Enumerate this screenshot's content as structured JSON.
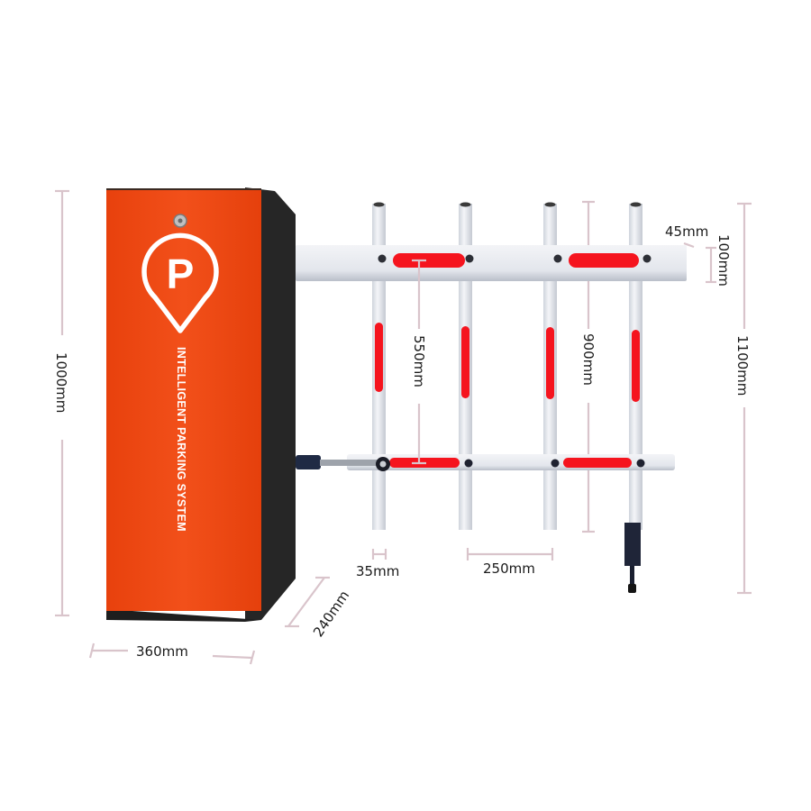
{
  "product": {
    "name": "Parking barrier gate with fence arm",
    "cabinet": {
      "brand_text": "INTELLIGENT PARKING SYSTEM",
      "logo": "P",
      "logo_icon": "parking-pin-icon",
      "front_color": "#ee4a12",
      "side_color": "#262626"
    },
    "arm": {
      "color": "#e8ebf0",
      "reflector_color": "#f5141e",
      "post_count": 4
    }
  },
  "dimensions": {
    "cabinet_height": "1000mm",
    "cabinet_width": "360mm",
    "cabinet_depth": "240mm",
    "arm_height_total": "1100mm",
    "arm_beam_height": "100mm",
    "arm_beam_depth": "45mm",
    "post_length": "900mm",
    "beam_spacing": "550mm",
    "post_width": "35mm",
    "post_spacing": "250mm"
  },
  "colors": {
    "dimension_line": "#d9c4cb",
    "text": "#1a1a1a"
  }
}
